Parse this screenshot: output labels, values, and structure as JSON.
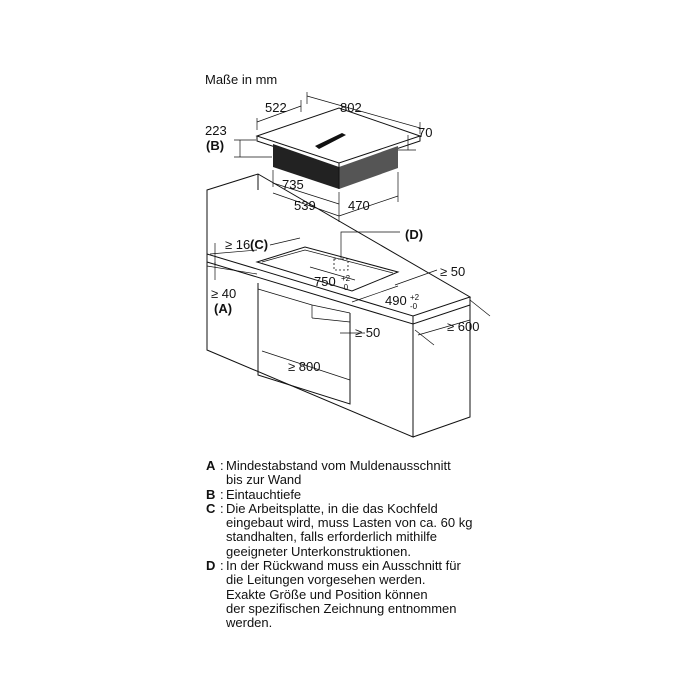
{
  "diagram": {
    "title": "Maße in mm",
    "dimensions": {
      "d522": "522",
      "d802": "802",
      "d223": "223",
      "dB": "(B)",
      "d70": "70",
      "d735": "735",
      "d539": "539",
      "d470": "470",
      "dD": "(D)",
      "d16": "≥ 16",
      "dC": "(C)",
      "d750": "750",
      "d750_tol_plus": "+2",
      "d750_tol_minus": "-0",
      "d50a": "≥ 50",
      "d40": "≥ 40",
      "dA": "(A)",
      "d490": "490",
      "d490_tol_plus": "+2",
      "d490_tol_minus": "-0",
      "d600": "≥ 600",
      "d50b": "≥ 50",
      "d800": "≥ 800"
    }
  },
  "legend": [
    {
      "key": "A",
      "text": "Mindestabstand vom Muldenausschnitt\nbis zur Wand"
    },
    {
      "key": "B",
      "text": "Eintauchtiefe"
    },
    {
      "key": "C",
      "text": "Die Arbeitsplatte, in die das Kochfeld\neingebaut wird, muss Lasten von ca. 60 kg\nstandhalten, falls erforderlich mithilfe\ngeeigneter Unterkonstruktionen."
    },
    {
      "key": "D",
      "text": "In der Rückwand muss ein Ausschnitt für\ndie Leitungen vorgesehen werden.\nExakte Größe und Position können\nder spezifischen Zeichnung entnommen\nwerden."
    }
  ]
}
